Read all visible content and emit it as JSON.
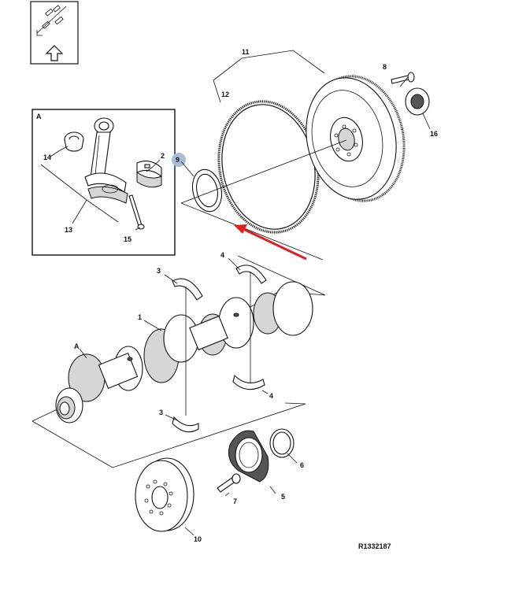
{
  "nav_box": {
    "icon": "arrow-up-icon"
  },
  "detail_box": {
    "label": "A"
  },
  "crank_mark": "A",
  "callouts": {
    "c1": "1",
    "c2": "2",
    "c3a": "3",
    "c3b": "3",
    "c4a": "4",
    "c4b": "4",
    "c5": "5",
    "c6": "6",
    "c7": "7",
    "c8": "8",
    "c9": "9",
    "c10": "10",
    "c11": "11",
    "c12": "12",
    "c13": "13",
    "c14": "14",
    "c15": "15",
    "c16": "16"
  },
  "reference_code": "R1332187",
  "colors": {
    "highlight_marker": "#a9bcd6",
    "arrow": "#e02020",
    "line": "#111111"
  }
}
